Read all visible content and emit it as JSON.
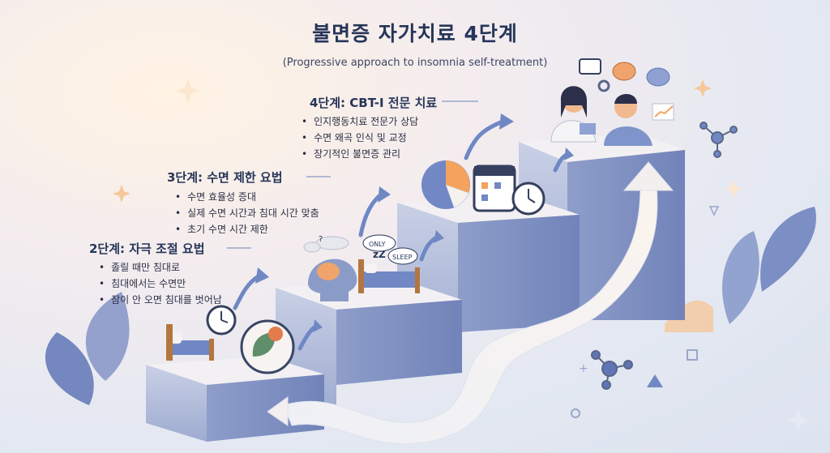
{
  "title": "불면증 자가치료 4단계",
  "subtitle": "(Progressive approach to insomnia self-treatment)",
  "steps": [
    {
      "title": "2단계: 자극 조절 요법",
      "items": [
        "졸릴 때만 침대로",
        "침대에서는 수면만",
        "잠이 안 오면 침대를 벗어남"
      ]
    },
    {
      "title": "3단계: 수면 제한 요법",
      "items": [
        "수면 효율성 증대",
        "실제 수면 시간과 침대 시간 맞춤",
        "초기 수면 시간 제한"
      ]
    },
    {
      "title": "4단계: CBT-I 전문 치료",
      "items": [
        "인지행동치료 전문가 상담",
        "수면 왜곡 인식 및 교정",
        "장기적인 불면증 관리"
      ]
    }
  ],
  "icon_labels": {
    "only": "ONLY",
    "sleep": "SLEEP",
    "thought": "?"
  },
  "colors": {
    "accent": "#6f88c4",
    "step_top": "#f4f1f3",
    "step_front": "#b6c0db",
    "step_side": "#8a9ac6",
    "path": "#f4efef",
    "orange": "#f3a35d",
    "navy": "#263559"
  }
}
